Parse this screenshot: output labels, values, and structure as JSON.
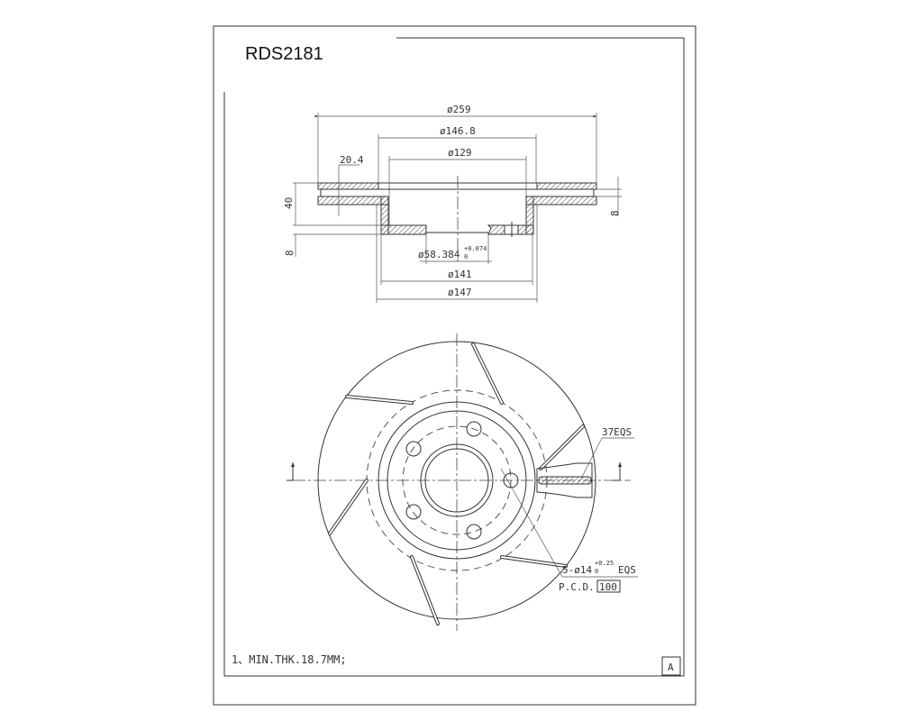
{
  "part_number": "RDS2181",
  "section_view": {
    "dims": {
      "outer_diameter": "ø259",
      "d_146_8": "ø146.8",
      "d_129": "ø129",
      "width_20_4": "20.4",
      "height_40": "40",
      "hat_thickness": "8",
      "disc_thickness": "8",
      "bore": "ø58.384",
      "bore_tol_upper": "+0.074",
      "bore_tol_lower": "0",
      "d_141": "ø141",
      "d_147": "ø147"
    }
  },
  "face_view": {
    "slot_label": "37EQS",
    "holes_label": "5-ø14",
    "holes_tol_upper": "+0.25",
    "holes_tol_lower": "0",
    "holes_suffix": "EQS",
    "pcd_label": "P.C.D.",
    "pcd_value": "100"
  },
  "notes": "1、MIN.THK.18.7MM;",
  "revision": "A"
}
